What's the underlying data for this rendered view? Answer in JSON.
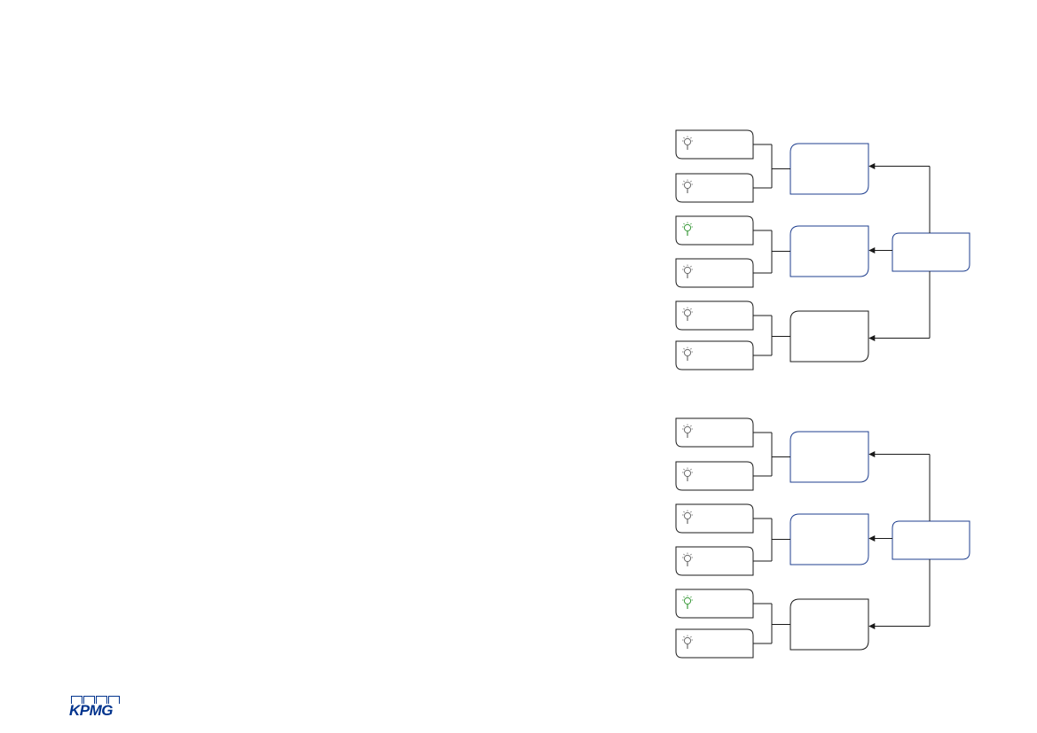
{
  "colors": {
    "dark": "#1a1a1a",
    "blue": "#1f3f8f",
    "green": "#3a9a3a",
    "bulb_grey": "#6b6b6b"
  },
  "logo": {
    "text": "KPMG",
    "boxes": 4
  },
  "diagrams": [
    {
      "inputs": [
        {
          "icon": "lightbulb-icon",
          "color": "grey"
        },
        {
          "icon": "lightbulb-icon",
          "color": "grey"
        },
        {
          "icon": "lightbulb-icon",
          "color": "green"
        },
        {
          "icon": "lightbulb-icon",
          "color": "grey"
        },
        {
          "icon": "lightbulb-icon",
          "color": "grey"
        },
        {
          "icon": "lightbulb-icon",
          "color": "grey"
        }
      ],
      "middle": [
        {
          "border": "blue"
        },
        {
          "border": "blue"
        },
        {
          "border": "dark"
        }
      ],
      "source": {
        "border": "blue"
      }
    },
    {
      "inputs": [
        {
          "icon": "lightbulb-icon",
          "color": "grey"
        },
        {
          "icon": "lightbulb-icon",
          "color": "grey"
        },
        {
          "icon": "lightbulb-icon",
          "color": "grey"
        },
        {
          "icon": "lightbulb-icon",
          "color": "grey"
        },
        {
          "icon": "lightbulb-icon",
          "color": "green"
        },
        {
          "icon": "lightbulb-icon",
          "color": "grey"
        }
      ],
      "middle": [
        {
          "border": "blue"
        },
        {
          "border": "blue"
        },
        {
          "border": "dark"
        }
      ],
      "source": {
        "border": "blue"
      }
    }
  ]
}
